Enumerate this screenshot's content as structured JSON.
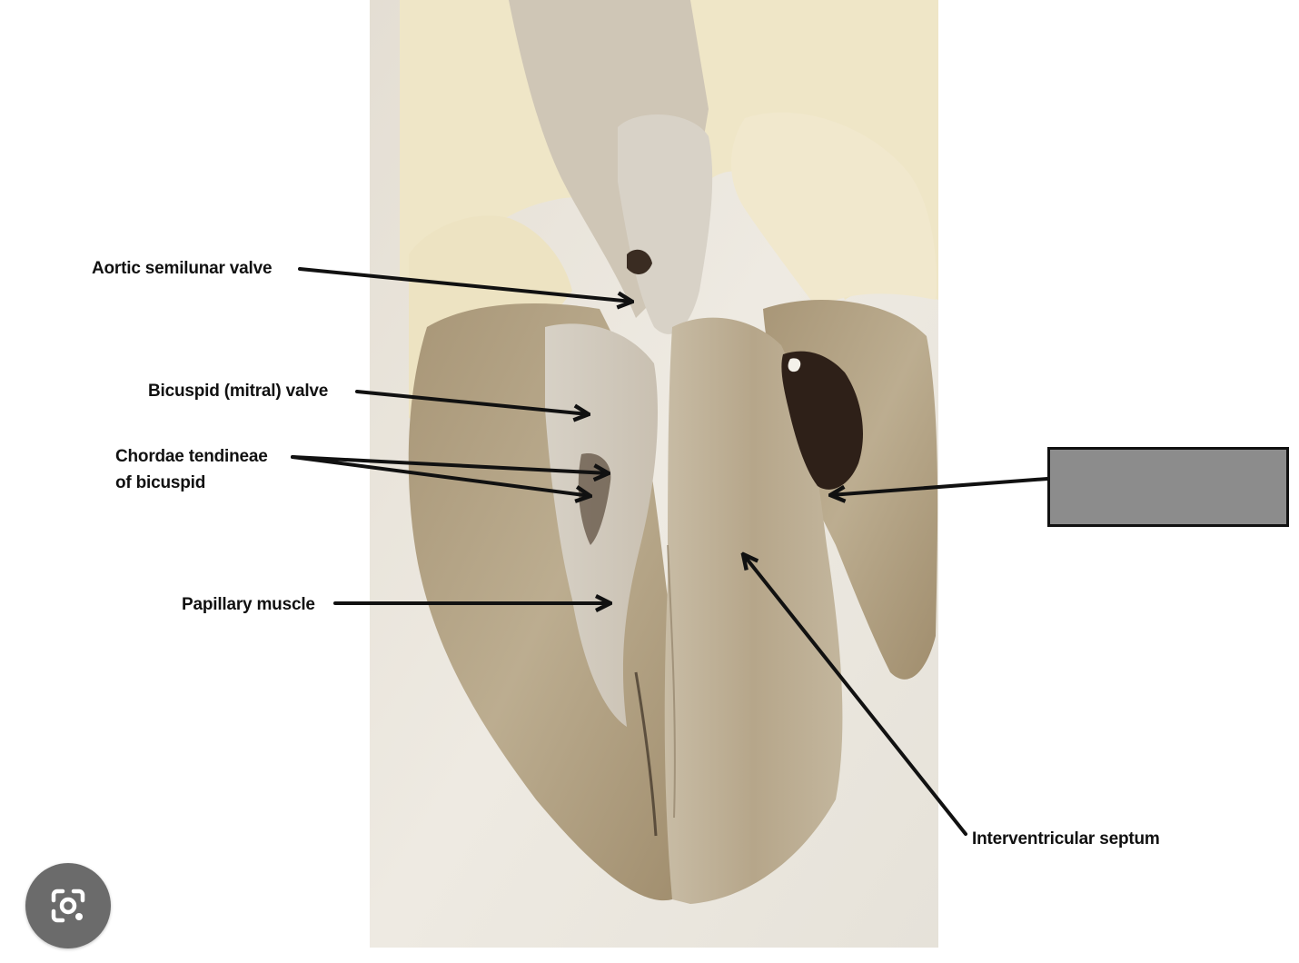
{
  "labels": {
    "aortic": "Aortic semilunar valve",
    "bicuspid": "Bicuspid (mitral) valve",
    "chordae_line1": "Chordae tendineae",
    "chordae_line2": "of bicuspid",
    "papillary": "Papillary muscle",
    "septum": "Interventricular septum"
  },
  "answer_box": {
    "fill_color": "#8c8c8c",
    "border_color": "#111111"
  },
  "photo": {
    "subject": "dissected heart, sectioned view",
    "background_color": "#ede9e0",
    "tissue_color": "#b8a78a"
  },
  "lens_button": {
    "icon": "visual-search-icon",
    "color": "#6b6b6b"
  }
}
